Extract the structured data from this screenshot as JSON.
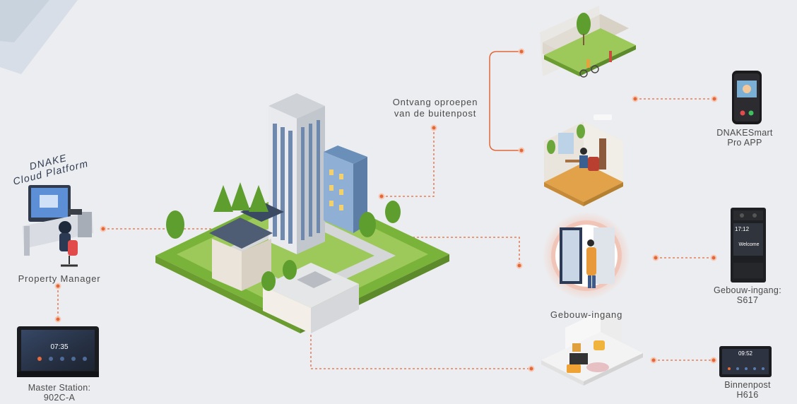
{
  "cloud": {
    "line1": "DNAKE",
    "line2": "Cloud Platform"
  },
  "property_manager": {
    "label": "Property Manager"
  },
  "master_station": {
    "line1": "Master Station:",
    "line2": "902C-A",
    "screen_time": "07:35"
  },
  "callout": {
    "line1": "Ontvang oproepen",
    "line2": "van de buitenpost"
  },
  "app": {
    "line1": "DNAKESmart",
    "line2": "Pro APP"
  },
  "entrance": {
    "label": "Gebouw-ingang"
  },
  "door_station": {
    "line1": "Gebouw-ingang:",
    "line2": "S617",
    "screen_time": "17:12",
    "screen_text": "Welcome"
  },
  "indoor_monitor": {
    "line1": "Binnenpost",
    "line2": "H616",
    "screen_time": "09:52"
  },
  "colors": {
    "accent": "#e2683a",
    "background": "#ecedf0",
    "grass": "#8cc63f"
  }
}
